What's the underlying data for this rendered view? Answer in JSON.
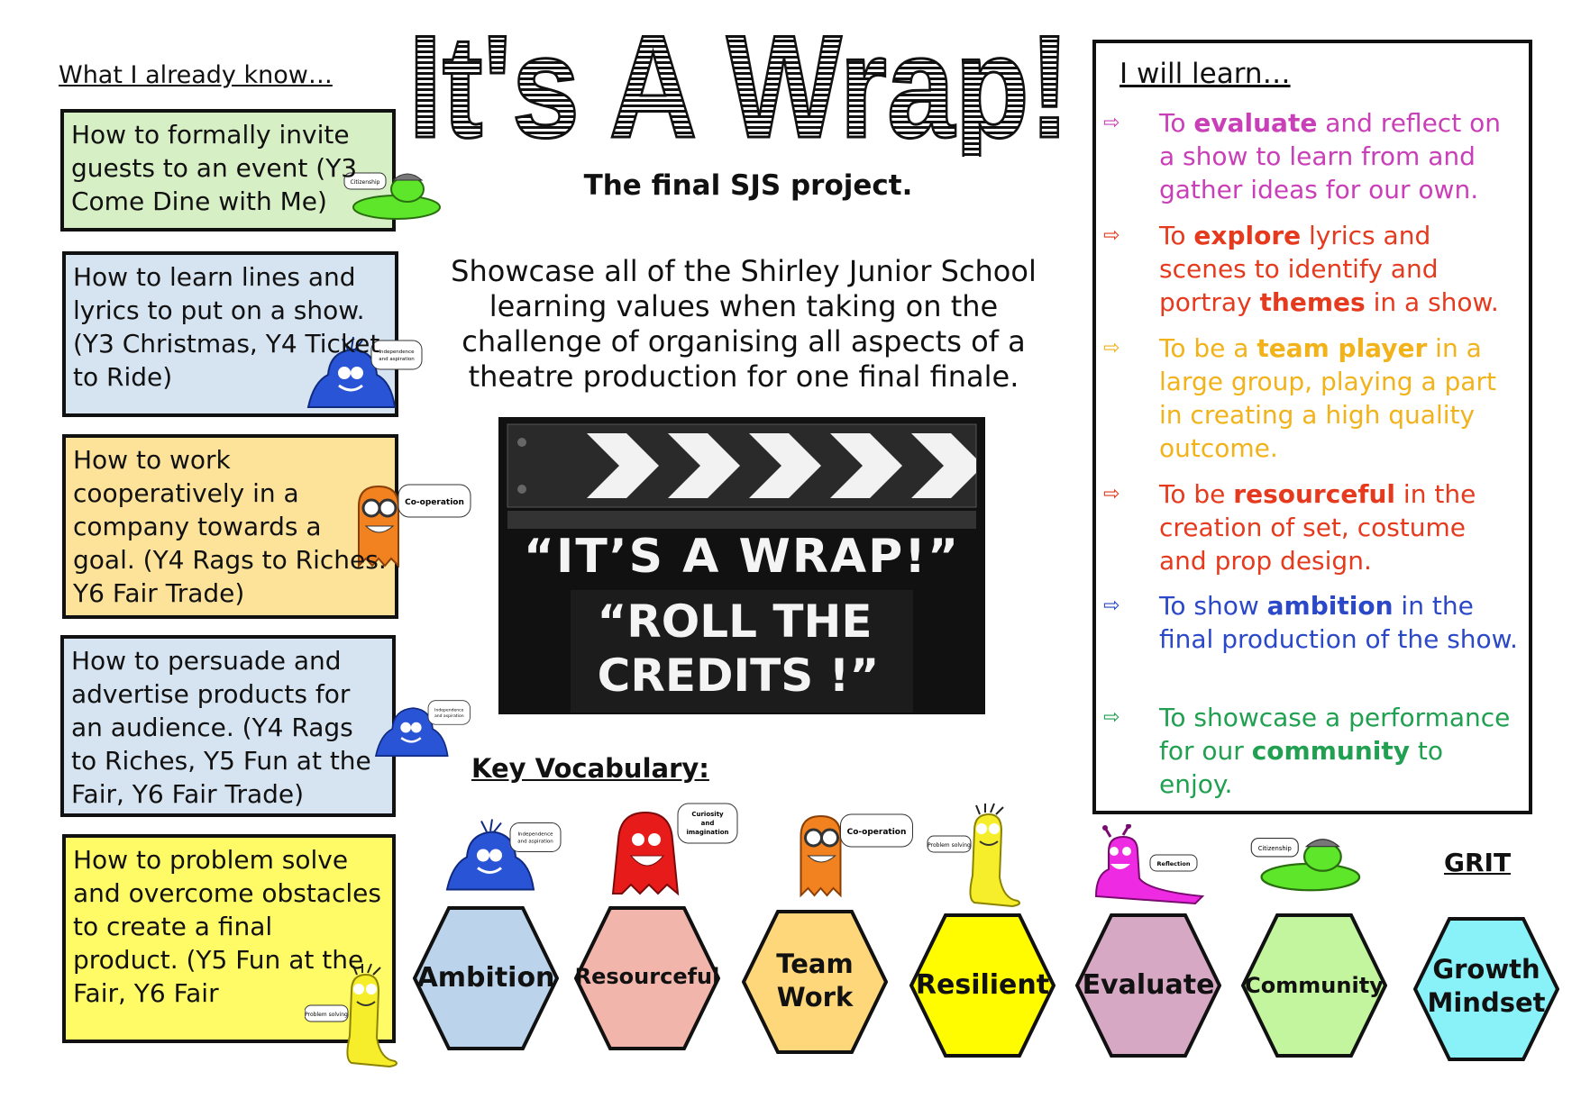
{
  "left_column": {
    "heading": "What I already know…",
    "boxes": [
      {
        "text": "How to formally invite guests to an event (Y3 Come Dine with  Me)",
        "color": "#d7efc4",
        "mascot": "green-slug-citizenship",
        "bubble": "Citizenship"
      },
      {
        "text": "How to learn lines and lyrics to put on a show. (Y3 Christmas, Y4 Ticket to Ride)",
        "color": "#d6e3f0",
        "mascot": "blue-blob",
        "bubble": "Independence and aspiration"
      },
      {
        "text": "How to work cooperatively in a company towards a goal. (Y4 Rags to Riches. Y6 Fair Trade)",
        "color": "#fde29a",
        "mascot": "orange-goggles",
        "bubble": "Co-operation"
      },
      {
        "text": "How to persuade and advertise products for an audience. (Y4 Rags to Riches, Y5 Fun at the Fair, Y6 Fair Trade)",
        "color": "#d6e3f0",
        "mascot": "blue-blob",
        "bubble": "Independence and aspiration"
      },
      {
        "text": "How to problem solve and overcome obstacles to create a final product. (Y5 Fun at the Fair, Y6 Fair",
        "color": "#fffb66",
        "mascot": "yellow-worm",
        "bubble": "Problem solving"
      }
    ]
  },
  "title": "It's A Wrap!",
  "subtitle": "The final SJS project.",
  "intro": "Showcase all of the Shirley Junior School learning values when taking on the challenge of organising all aspects of a theatre production for one final finale.",
  "clapboard": {
    "line1": "“IT’S A WRAP!”",
    "line2": "“ROLL THE",
    "line3": "CREDITS !”"
  },
  "vocab_heading": "Key Vocabulary:",
  "grit_label": "GRIT",
  "learn": {
    "heading": "I  will learn…",
    "arrow": "⇨",
    "items": [
      {
        "color": "#c93fb8",
        "before": "To ",
        "bold": "evaluate",
        "after": " and reflect on a show to learn from and gather ideas for our own."
      },
      {
        "color": "#e53a1e",
        "before": "To ",
        "bold": "explore",
        "after": " lyrics and scenes to identify and portray ",
        "bold2": "themes",
        "after2": " in a show."
      },
      {
        "color": "#f2b21a",
        "before": "To be a ",
        "bold": "team player",
        "after": " in a large group, playing a part in creating a high quality outcome."
      },
      {
        "color": "#e53a1e",
        "before": "To be ",
        "bold": "resourceful",
        "after": " in the creation of set, costume and prop design."
      },
      {
        "color": "#2a48c8",
        "before": "To show ",
        "bold": "ambition",
        "after": " in the final production of the show."
      },
      {
        "color": "#20a050",
        "before": "To showcase a performance for our ",
        "bold": "community",
        "after": " to enjoy."
      }
    ]
  },
  "hexagons": [
    {
      "label": "Ambition",
      "color": "#bcd3ec",
      "mascot": "blue-blob",
      "bubble": "Independence and aspiration"
    },
    {
      "label": "Resourceful",
      "color": "#f2b5ab",
      "mascot": "red-blob",
      "bubble": "Curiosity and imagination"
    },
    {
      "label": "Team Work",
      "color": "#fdd77a",
      "mascot": "orange-goggles",
      "bubble": "Co-operation"
    },
    {
      "label": "Resilient",
      "color": "#fffc00",
      "mascot": "yellow-worm",
      "bubble": "Problem solving"
    },
    {
      "label": "Evaluate",
      "color": "#d7a8c4",
      "mascot": "pink-snail",
      "bubble": "Reflection"
    },
    {
      "label": "Community",
      "color": "#c2f59e",
      "mascot": "green-slug-citizenship",
      "bubble": "Citizenship"
    },
    {
      "label": "Growth Mindset",
      "color": "#88f2f8",
      "mascot": "",
      "bubble": ""
    }
  ]
}
